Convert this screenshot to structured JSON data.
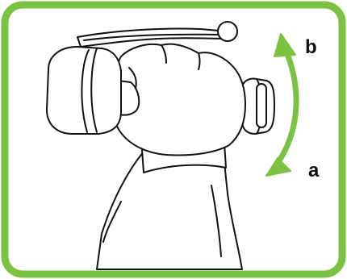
{
  "colors": {
    "frame": "#7cc242",
    "arrow": "#7cc242",
    "line": "#111111",
    "background": "#ffffff"
  },
  "labels": {
    "b": "b",
    "a": "a"
  },
  "icons": {
    "rotation_arrow": "double-headed-curved-arrow"
  }
}
